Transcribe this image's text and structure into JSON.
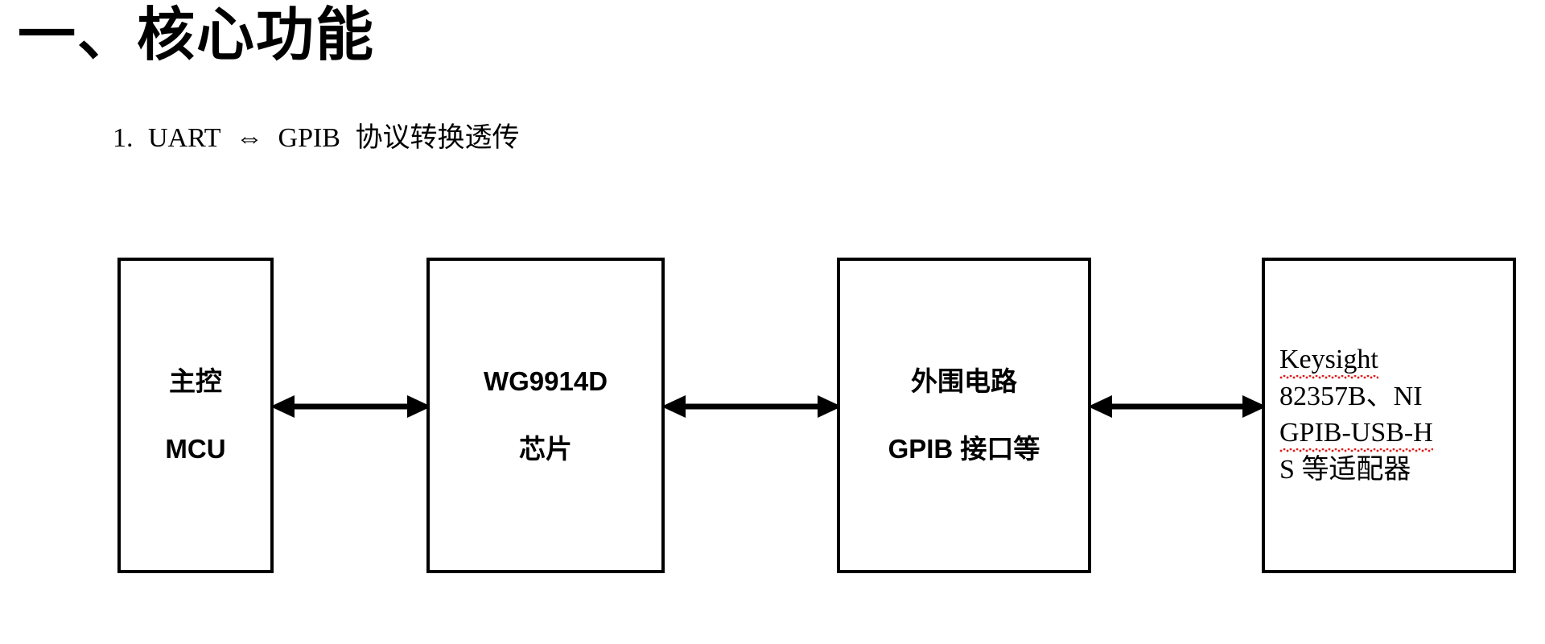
{
  "heading": {
    "text": "一、核心功能"
  },
  "subitem": {
    "number": "1.",
    "left_protocol": "UART",
    "double_arrow_symbol": "⇔",
    "right_protocol": "GPIB",
    "description": "协议转换透传"
  },
  "diagram": {
    "type": "block-flow",
    "orientation": "horizontal",
    "nodes": [
      {
        "id": "mcu",
        "line1": "主控",
        "line2": "MCU"
      },
      {
        "id": "chip",
        "line1": "WG9914D",
        "line2": "芯片"
      },
      {
        "id": "periph",
        "line1": "外围电路",
        "line2": "GPIB 接口等"
      },
      {
        "id": "adapter",
        "lines": [
          "Keysight",
          "82357B、NI",
          "GPIB-USB-H",
          "S 等适配器"
        ],
        "spellcheck_underlined": [
          "Keysight",
          "GPIB-USB-H",
          "S"
        ]
      }
    ],
    "connectors": [
      {
        "id": "mcu-chip",
        "kind": "double-headed-arrow"
      },
      {
        "id": "chip-periph",
        "kind": "double-headed-arrow"
      },
      {
        "id": "periph-adapter",
        "kind": "double-headed-arrow"
      }
    ]
  },
  "colors": {
    "background": "#ffffff",
    "foreground": "#000000",
    "spellcheck_underline": "#e01b1b"
  }
}
